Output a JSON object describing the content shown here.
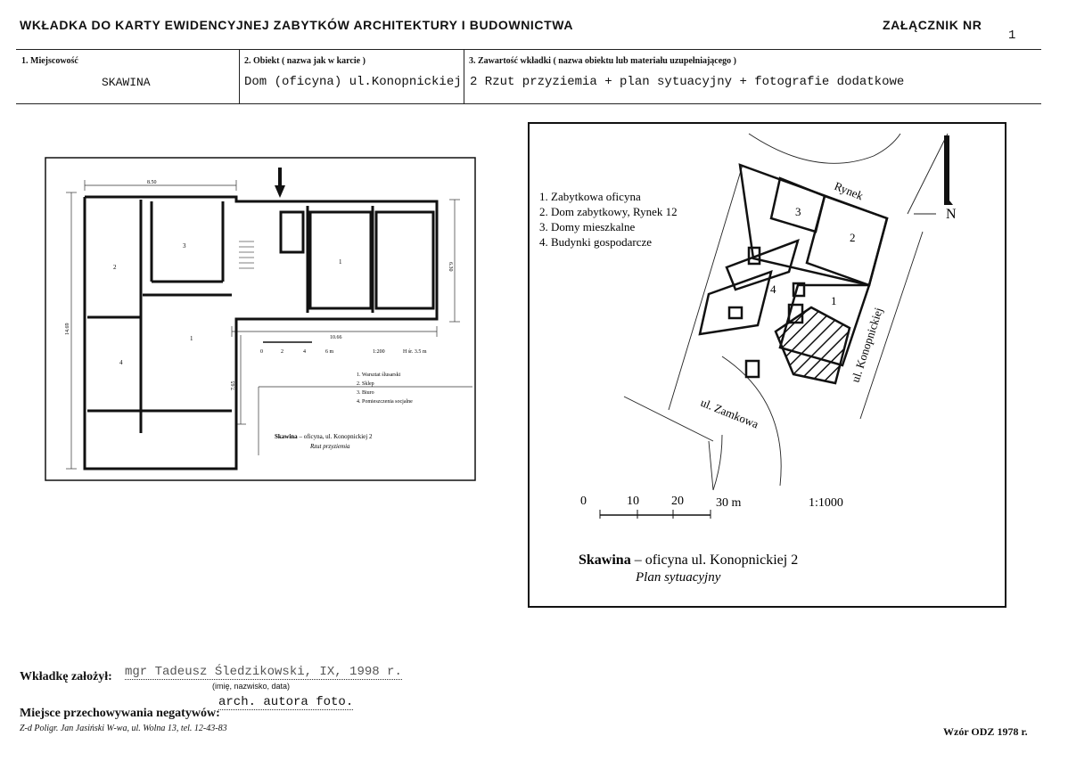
{
  "header": {
    "title": "WKŁADKA DO KARTY EWIDENCYJNEJ ZABYTKÓW ARCHITEKTURY I BUDOWNICTWA",
    "attachment_label": "ZAŁĄCZNIK NR",
    "attachment_number": "1"
  },
  "fields": {
    "f1_label": "1. Miejscowość",
    "f1_value": "SKAWINA",
    "f2_label": "2. Obiekt ( nazwa jak w karcie )",
    "f2_value": "Dom (oficyna) ul.Konopnickiej",
    "f3_label": "3. Zawartość wkładki ( nazwa obiektu lub materiału uzupełniającego )",
    "f3_value": "2  Rzut przyziemia + plan sytuacyjny + fotografie dodatkowe"
  },
  "floorplan": {
    "dim_top": "8.50",
    "dim_left": "14.69",
    "dim_right": "6.30",
    "dim_mid": "10.66",
    "dim_lower": "7.65",
    "rooms": [
      "1",
      "2",
      "3",
      "1",
      "4"
    ],
    "scale_ticks": [
      "0",
      "2",
      "4",
      "6 m"
    ],
    "scale_ratio": "1:200",
    "height_note": "H śr. 3.5 m",
    "legend": [
      "1. Warsztat ślusarski",
      "2. Sklep",
      "3. Biuro",
      "4. Pomieszczenia socjalne"
    ],
    "caption_bold": "Skawina",
    "caption_rest": " – oficyna, ul. Konopnickiej 2",
    "caption_sub": "Rzut przyziemia"
  },
  "siteplan": {
    "legend": [
      "1. Zabytkowa oficyna",
      "2. Dom zabytkowy, Rynek 12",
      "3. Domy mieszkalne",
      "4. Budynki gospodarcze"
    ],
    "labels": {
      "rynek": "Rynek",
      "north": "N",
      "konopnickiej": "ul. Konopnickiej",
      "zamkowa": "ul. Zamkowa"
    },
    "numbers": [
      "1",
      "2",
      "3",
      "4"
    ],
    "scale_ticks": [
      "0",
      "10",
      "20",
      "30 m"
    ],
    "scale_ratio": "1:1000",
    "caption_bold": "Skawina",
    "caption_rest": " – oficyna ul. Konopnickiej 2",
    "caption_sub": "Plan sytuacyjny"
  },
  "footer": {
    "author_label": "Wkładkę założył:",
    "author_value": "mgr Tadeusz Śledzikowski, IX, 1998 r.",
    "author_hint": "(imię, nazwisko, data)",
    "negatives_label": "Miejsce przechowywania negatywów:",
    "negatives_value": "arch. autora foto.",
    "printer": "Z-d Poligr. Jan Jasiński W-wa, ul. Wolna 13, tel. 12-43-83",
    "form": "Wzór ODZ 1978 r."
  }
}
